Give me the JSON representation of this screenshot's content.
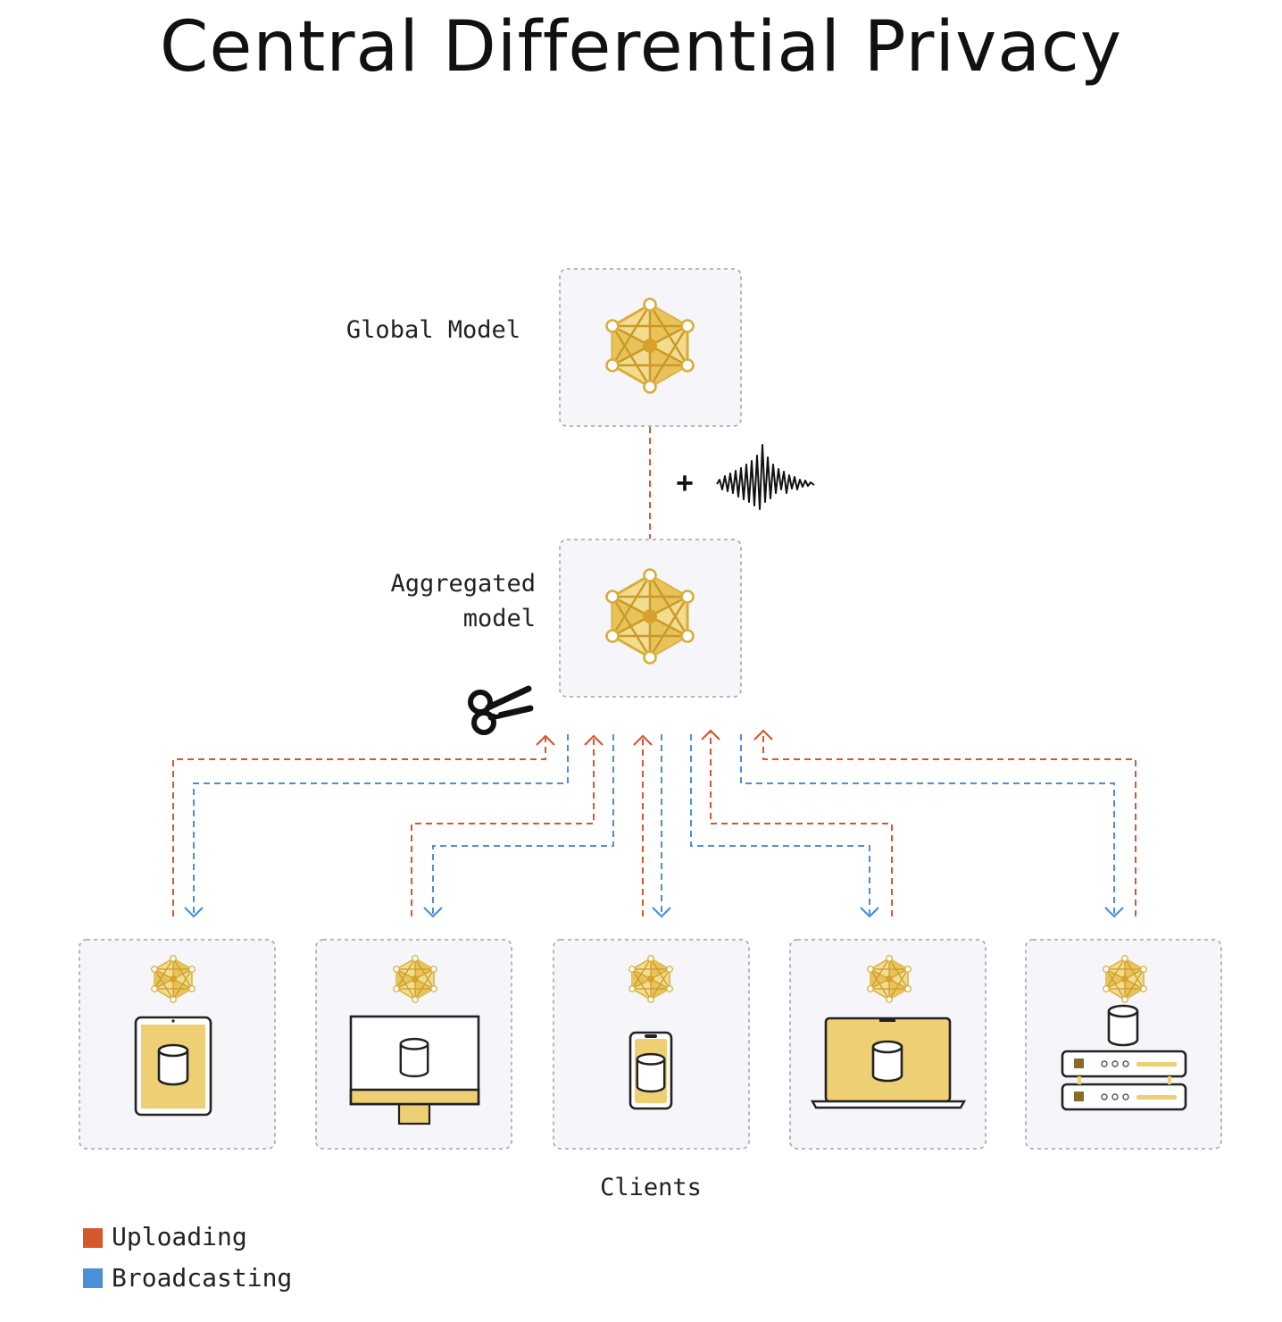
{
  "title": "Central Differential Privacy",
  "labels": {
    "global_model": "Global Model",
    "aggregated_model_line1": "Aggregated",
    "aggregated_model_line2": "model",
    "noise_plus": "+",
    "clients": "Clients"
  },
  "legend": [
    {
      "label": "Uploading",
      "color": "#d4582e"
    },
    {
      "label": "Broadcasting",
      "color": "#4a90d9"
    }
  ],
  "colors": {
    "upload": "#d4582e",
    "broadcast": "#4a90d9",
    "model_gold": "#e8c35a",
    "box_fill": "#f6f6fa",
    "box_border": "#a0a4ae"
  },
  "clients": [
    {
      "device": "tablet-icon"
    },
    {
      "device": "desktop-icon"
    },
    {
      "device": "phone-icon"
    },
    {
      "device": "laptop-icon"
    },
    {
      "device": "server-icon"
    }
  ]
}
